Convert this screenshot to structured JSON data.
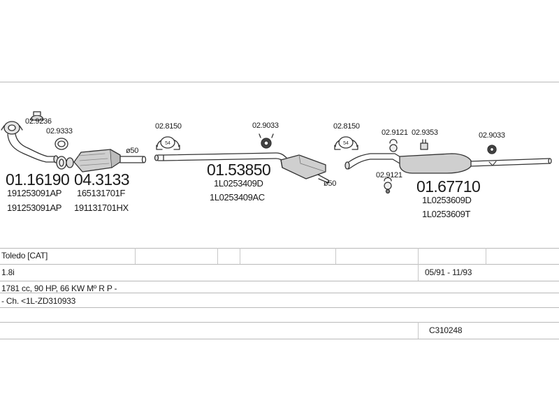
{
  "diagram": {
    "refs": [
      {
        "id": "r1",
        "text": "02.9236",
        "cls": "small"
      },
      {
        "id": "r2",
        "text": "02.9333",
        "cls": "small"
      },
      {
        "id": "r3",
        "text": "02.8150",
        "cls": "small"
      },
      {
        "id": "r4",
        "text": "02.9033",
        "cls": "small"
      },
      {
        "id": "r5",
        "text": "02.8150",
        "cls": "small"
      },
      {
        "id": "r6",
        "text": "02.9121",
        "cls": "small"
      },
      {
        "id": "r7",
        "text": "02.9353",
        "cls": "small"
      },
      {
        "id": "r8",
        "text": "02.9033",
        "cls": "small"
      },
      {
        "id": "r9",
        "text": "02.9121",
        "cls": "small"
      }
    ],
    "parts": [
      {
        "number": "01.16190",
        "codes": [
          "191253091AP",
          "191253091AP"
        ]
      },
      {
        "number": "04.3133",
        "codes": [
          "165131701F",
          "191131701HX"
        ]
      },
      {
        "number": "01.53850",
        "codes": [
          "1L0253409D",
          "1L0253409AC"
        ]
      },
      {
        "number": "01.67710",
        "codes": [
          "1L0253609D",
          "1L0253609T"
        ]
      }
    ],
    "diameters": [
      "ø50",
      "ø50"
    ],
    "clamp_size": [
      "54",
      "54"
    ]
  },
  "info": {
    "model": "Toledo  [CAT]",
    "engine": "1.8i",
    "period": "05/91 - 11/93",
    "specs": "1781 cc, 90 HP, 66 KW Mº R P -",
    "chassis": "- Ch. <1L-ZD310933",
    "catalog_code": "C310248"
  }
}
